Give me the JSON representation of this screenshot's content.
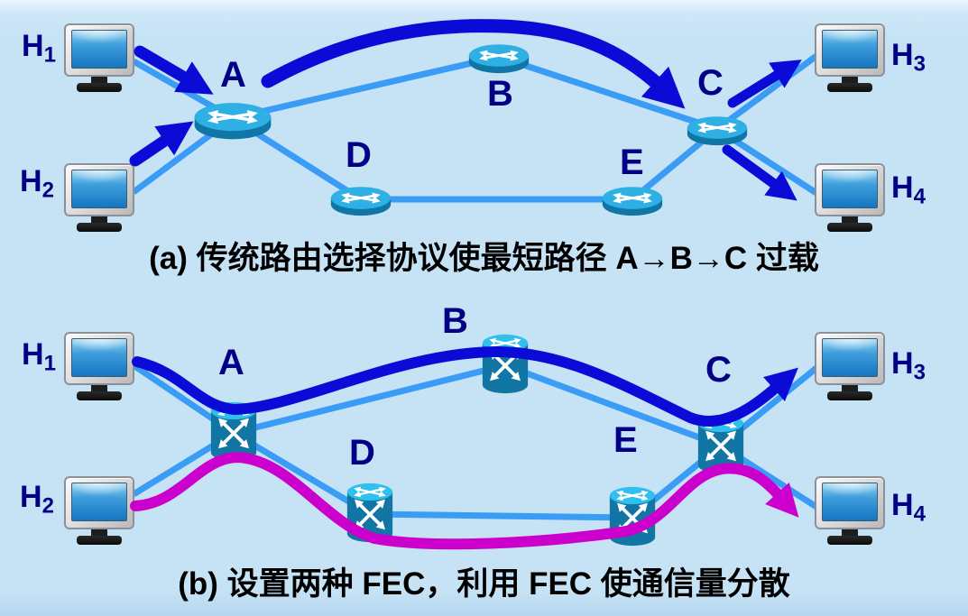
{
  "figure": {
    "caption_a": "(a) 传统路由选择协议使最短路径 A→B→C 过载",
    "caption_b": "(b) 设置两种 FEC，利用 FEC 使通信量分散"
  },
  "colors": {
    "background": "#c6e2f5",
    "link_line": "#3b9cf6",
    "flow_blue": "#0b0bd8",
    "flow_magenta": "#cc00cc",
    "node_label": "#000087",
    "caption_text": "#000000",
    "router_top": "#2fb0e4",
    "router_side": "#0f76a6",
    "lsr_top": "#2fc0ee",
    "lsr_body": "#1176a4"
  },
  "icons": {
    "host_icon": "desktop-monitor-icon",
    "router_style_a": "router-puck-icon",
    "router_style_b": "label-switch-router-icon",
    "flow_arrow": "thick-arrow"
  },
  "diagram_a": {
    "hosts": [
      {
        "name": "H",
        "sub": "1"
      },
      {
        "name": "H",
        "sub": "2"
      },
      {
        "name": "H",
        "sub": "3"
      },
      {
        "name": "H",
        "sub": "4"
      }
    ],
    "routers": [
      {
        "label": "A"
      },
      {
        "label": "B"
      },
      {
        "label": "C"
      },
      {
        "label": "D"
      },
      {
        "label": "E"
      }
    ]
  },
  "diagram_b": {
    "hosts": [
      {
        "name": "H",
        "sub": "1"
      },
      {
        "name": "H",
        "sub": "2"
      },
      {
        "name": "H",
        "sub": "3"
      },
      {
        "name": "H",
        "sub": "4"
      }
    ],
    "routers": [
      {
        "label": "A"
      },
      {
        "label": "B"
      },
      {
        "label": "C"
      },
      {
        "label": "D"
      },
      {
        "label": "E"
      }
    ]
  }
}
